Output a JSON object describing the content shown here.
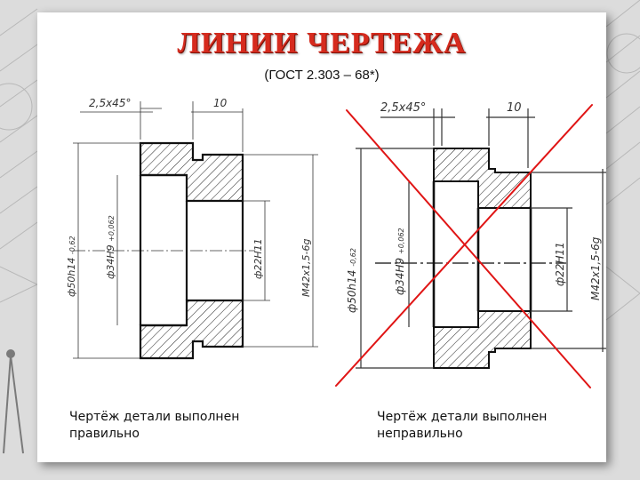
{
  "header": {
    "title": "ЛИНИИ ЧЕРТЕЖА",
    "subtitle": "(ГОСТ 2.303 – 68*)"
  },
  "left_drawing": {
    "chamfer": "2,5х45°",
    "width_dim": "10",
    "dia_outer": "ф50h14",
    "dia_outer_tol": "-0,62",
    "dia_bore": "ф34H9",
    "dia_bore_tol": "+0,062",
    "dia_inner": "ф22H11",
    "thread": "M42х1,5-6g",
    "caption": "Чертёж детали выполнен правильно"
  },
  "right_drawing": {
    "chamfer": "2,5х45°",
    "width_dim": "10",
    "dia_outer": "ф50h14",
    "dia_outer_tol": "-0,62",
    "dia_bore": "ф34H9",
    "dia_bore_tol": "+0,062",
    "dia_inner": "ф22H11",
    "thread": "M42х1,5-6g",
    "caption": "Чертёж детали выполнен неправильно"
  },
  "colors": {
    "title": "#d62b1e",
    "cross": "#e01515",
    "ink": "#111111"
  },
  "icons": {
    "background": "compass-sketch-icon"
  }
}
